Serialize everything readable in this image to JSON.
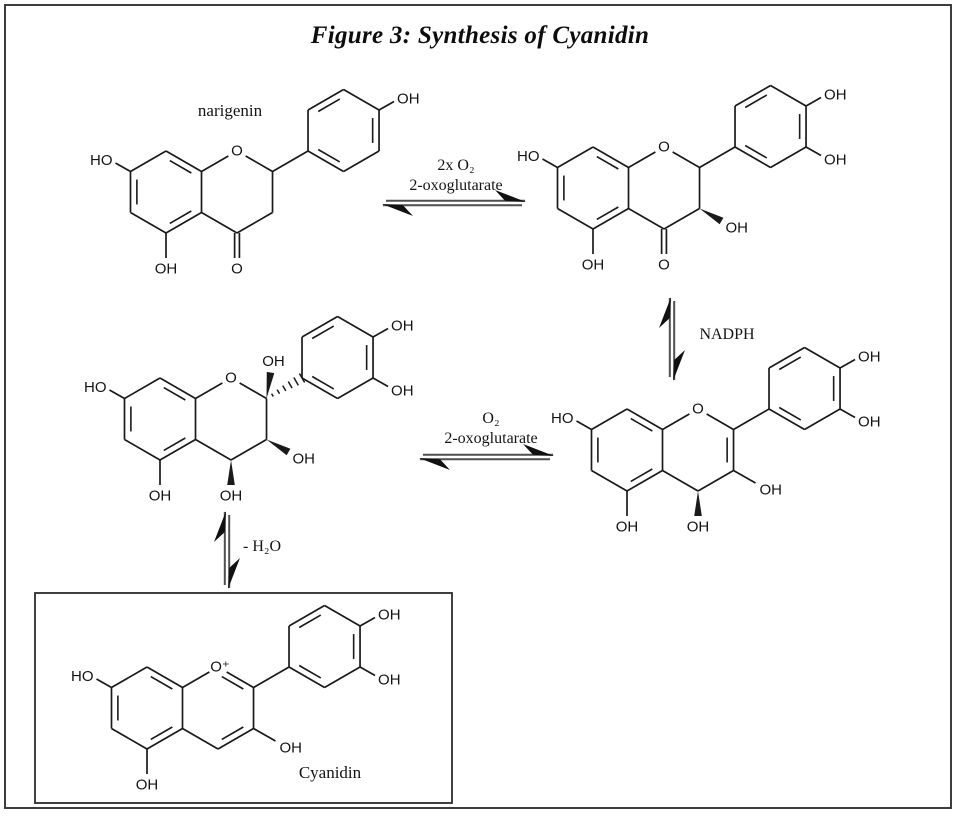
{
  "title": "Figure 3: Synthesis of Cyanidin",
  "captions": {
    "narigenin": "narigenin",
    "step1_reagent": "2x O₂",
    "step1_cofactor": "2-oxoglutarate",
    "nadph": "NADPH",
    "step2_reagent": "O₂",
    "step2_cofactor": "2-oxoglutarate",
    "dehydration": "- H₂O",
    "cyanidin": "Cyanidin"
  },
  "atom_labels": {
    "oh": "OH",
    "ho": "HO",
    "o": "O",
    "o_plus": "O⁺"
  },
  "colors": {
    "ink": "#1a1a1a",
    "border": "#3d3d3d",
    "arrow_shaft": "#4f4f4f",
    "arrow_head": "#111111",
    "box": "#2b2b2b"
  },
  "molecules": [
    {
      "id": "top-left",
      "ring_o": "o",
      "a_ring_oh": [
        "7",
        "5"
      ],
      "b_ring_oh": [
        "para"
      ],
      "c2_substituent": null,
      "c2_b_bond": "plain",
      "c3_substituent": null,
      "c4_substituent": "ketone",
      "c_ring_double": "none"
    },
    {
      "id": "top-right",
      "ring_o": "o",
      "a_ring_oh": [
        "7",
        "5"
      ],
      "b_ring_oh": [
        "para",
        "meta"
      ],
      "c2_substituent": null,
      "c2_b_bond": "plain",
      "c3_substituent": "wedge-oh",
      "c4_substituent": "ketone",
      "c_ring_double": "none"
    },
    {
      "id": "middle-right",
      "ring_o": "o",
      "a_ring_oh": [
        "7",
        "5"
      ],
      "b_ring_oh": [
        "para",
        "meta"
      ],
      "c2_substituent": null,
      "c2_b_bond": "plain",
      "c3_substituent": "plain-oh",
      "c4_substituent": "wedge-oh",
      "c_ring_double": "c2-c3"
    },
    {
      "id": "middle-left",
      "ring_o": "o",
      "a_ring_oh": [
        "7",
        "5"
      ],
      "b_ring_oh": [
        "para",
        "meta"
      ],
      "c2_substituent": "wedge-oh",
      "c2_b_bond": "hash",
      "c3_substituent": "wedge-oh",
      "c4_substituent": "wedge-oh",
      "c_ring_double": "none"
    },
    {
      "id": "cyanidin",
      "ring_o": "o_plus",
      "a_ring_oh": [
        "7",
        "5"
      ],
      "b_ring_oh": [
        "para",
        "meta"
      ],
      "c2_substituent": null,
      "c2_b_bond": "plain",
      "c3_substituent": "plain-oh",
      "c4_substituent": null,
      "c_ring_double": "flavylium"
    }
  ],
  "arrows": [
    {
      "id": "step1",
      "type": "equilibrium-horizontal"
    },
    {
      "id": "nadph",
      "type": "equilibrium-vertical"
    },
    {
      "id": "step2",
      "type": "equilibrium-horizontal"
    },
    {
      "id": "dehydration",
      "type": "equilibrium-vertical"
    }
  ]
}
